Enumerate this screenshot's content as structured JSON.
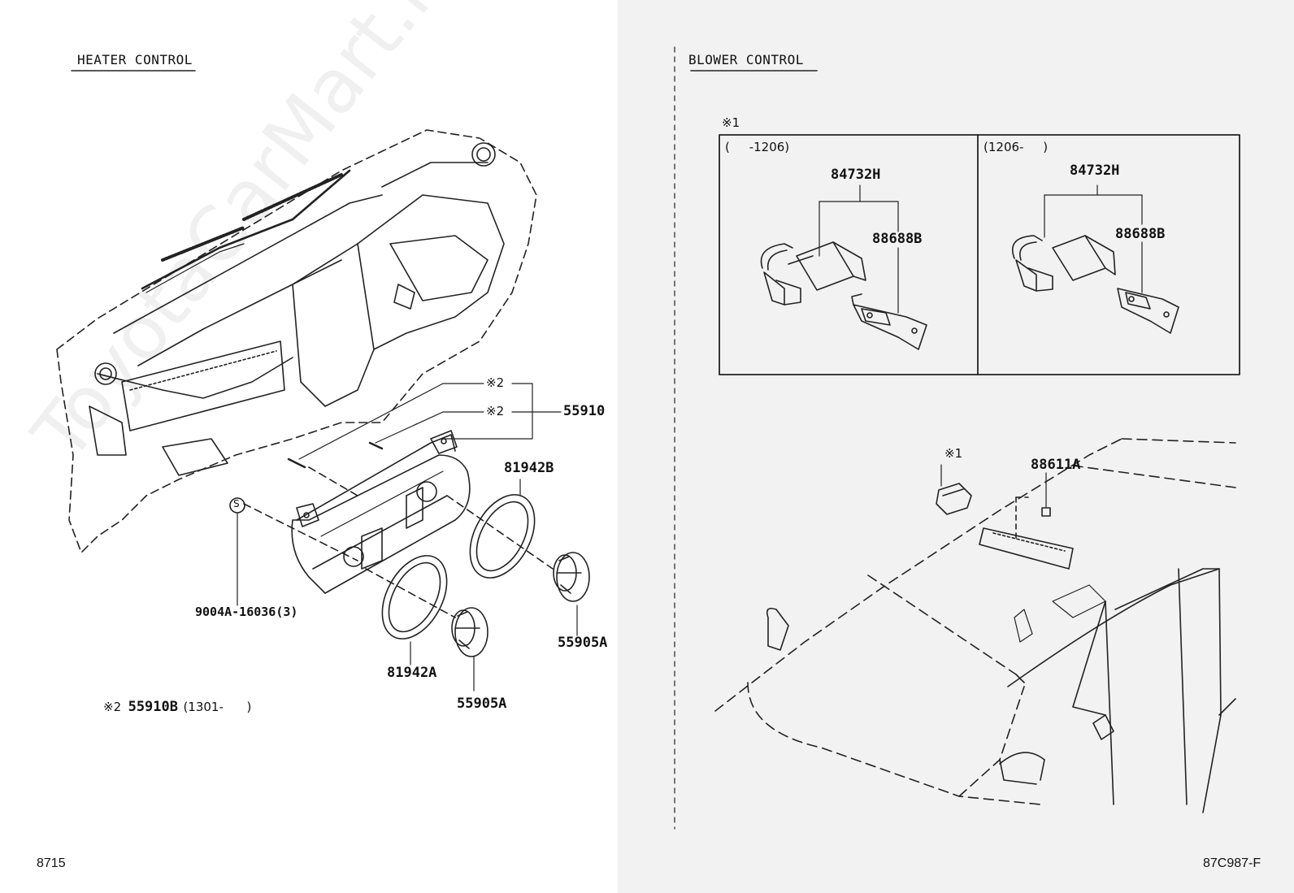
{
  "left_panel": {
    "section_title": "HEATER CONTROL",
    "labels": {
      "ref_note_a": "※2",
      "ref_note_b": "※2",
      "part_55910": "55910",
      "part_81942B": "81942B",
      "part_9004A": "9004A-16036(3)",
      "part_81942A": "81942A",
      "part_55905A_right": "55905A",
      "part_55905A_bottom": "55905A",
      "screw_symbol": "S"
    },
    "footnote": {
      "mark": "※2",
      "part": "55910B",
      "range": "(1301-      )"
    },
    "page_code": "8715"
  },
  "right_panel": {
    "section_title": "BLOWER CONTROL",
    "box_mark": "※1",
    "variant_left": {
      "range": "(     -1206)",
      "part_top": "84732H",
      "part_side": "88688B"
    },
    "variant_right": {
      "range": "(1206-     )",
      "part_top": "84732H",
      "part_side": "88688B"
    },
    "car_mark": "※1",
    "car_part": "88611A",
    "diagram_code": "87C987-F"
  },
  "watermark": "ToyotaCarMart.ru"
}
